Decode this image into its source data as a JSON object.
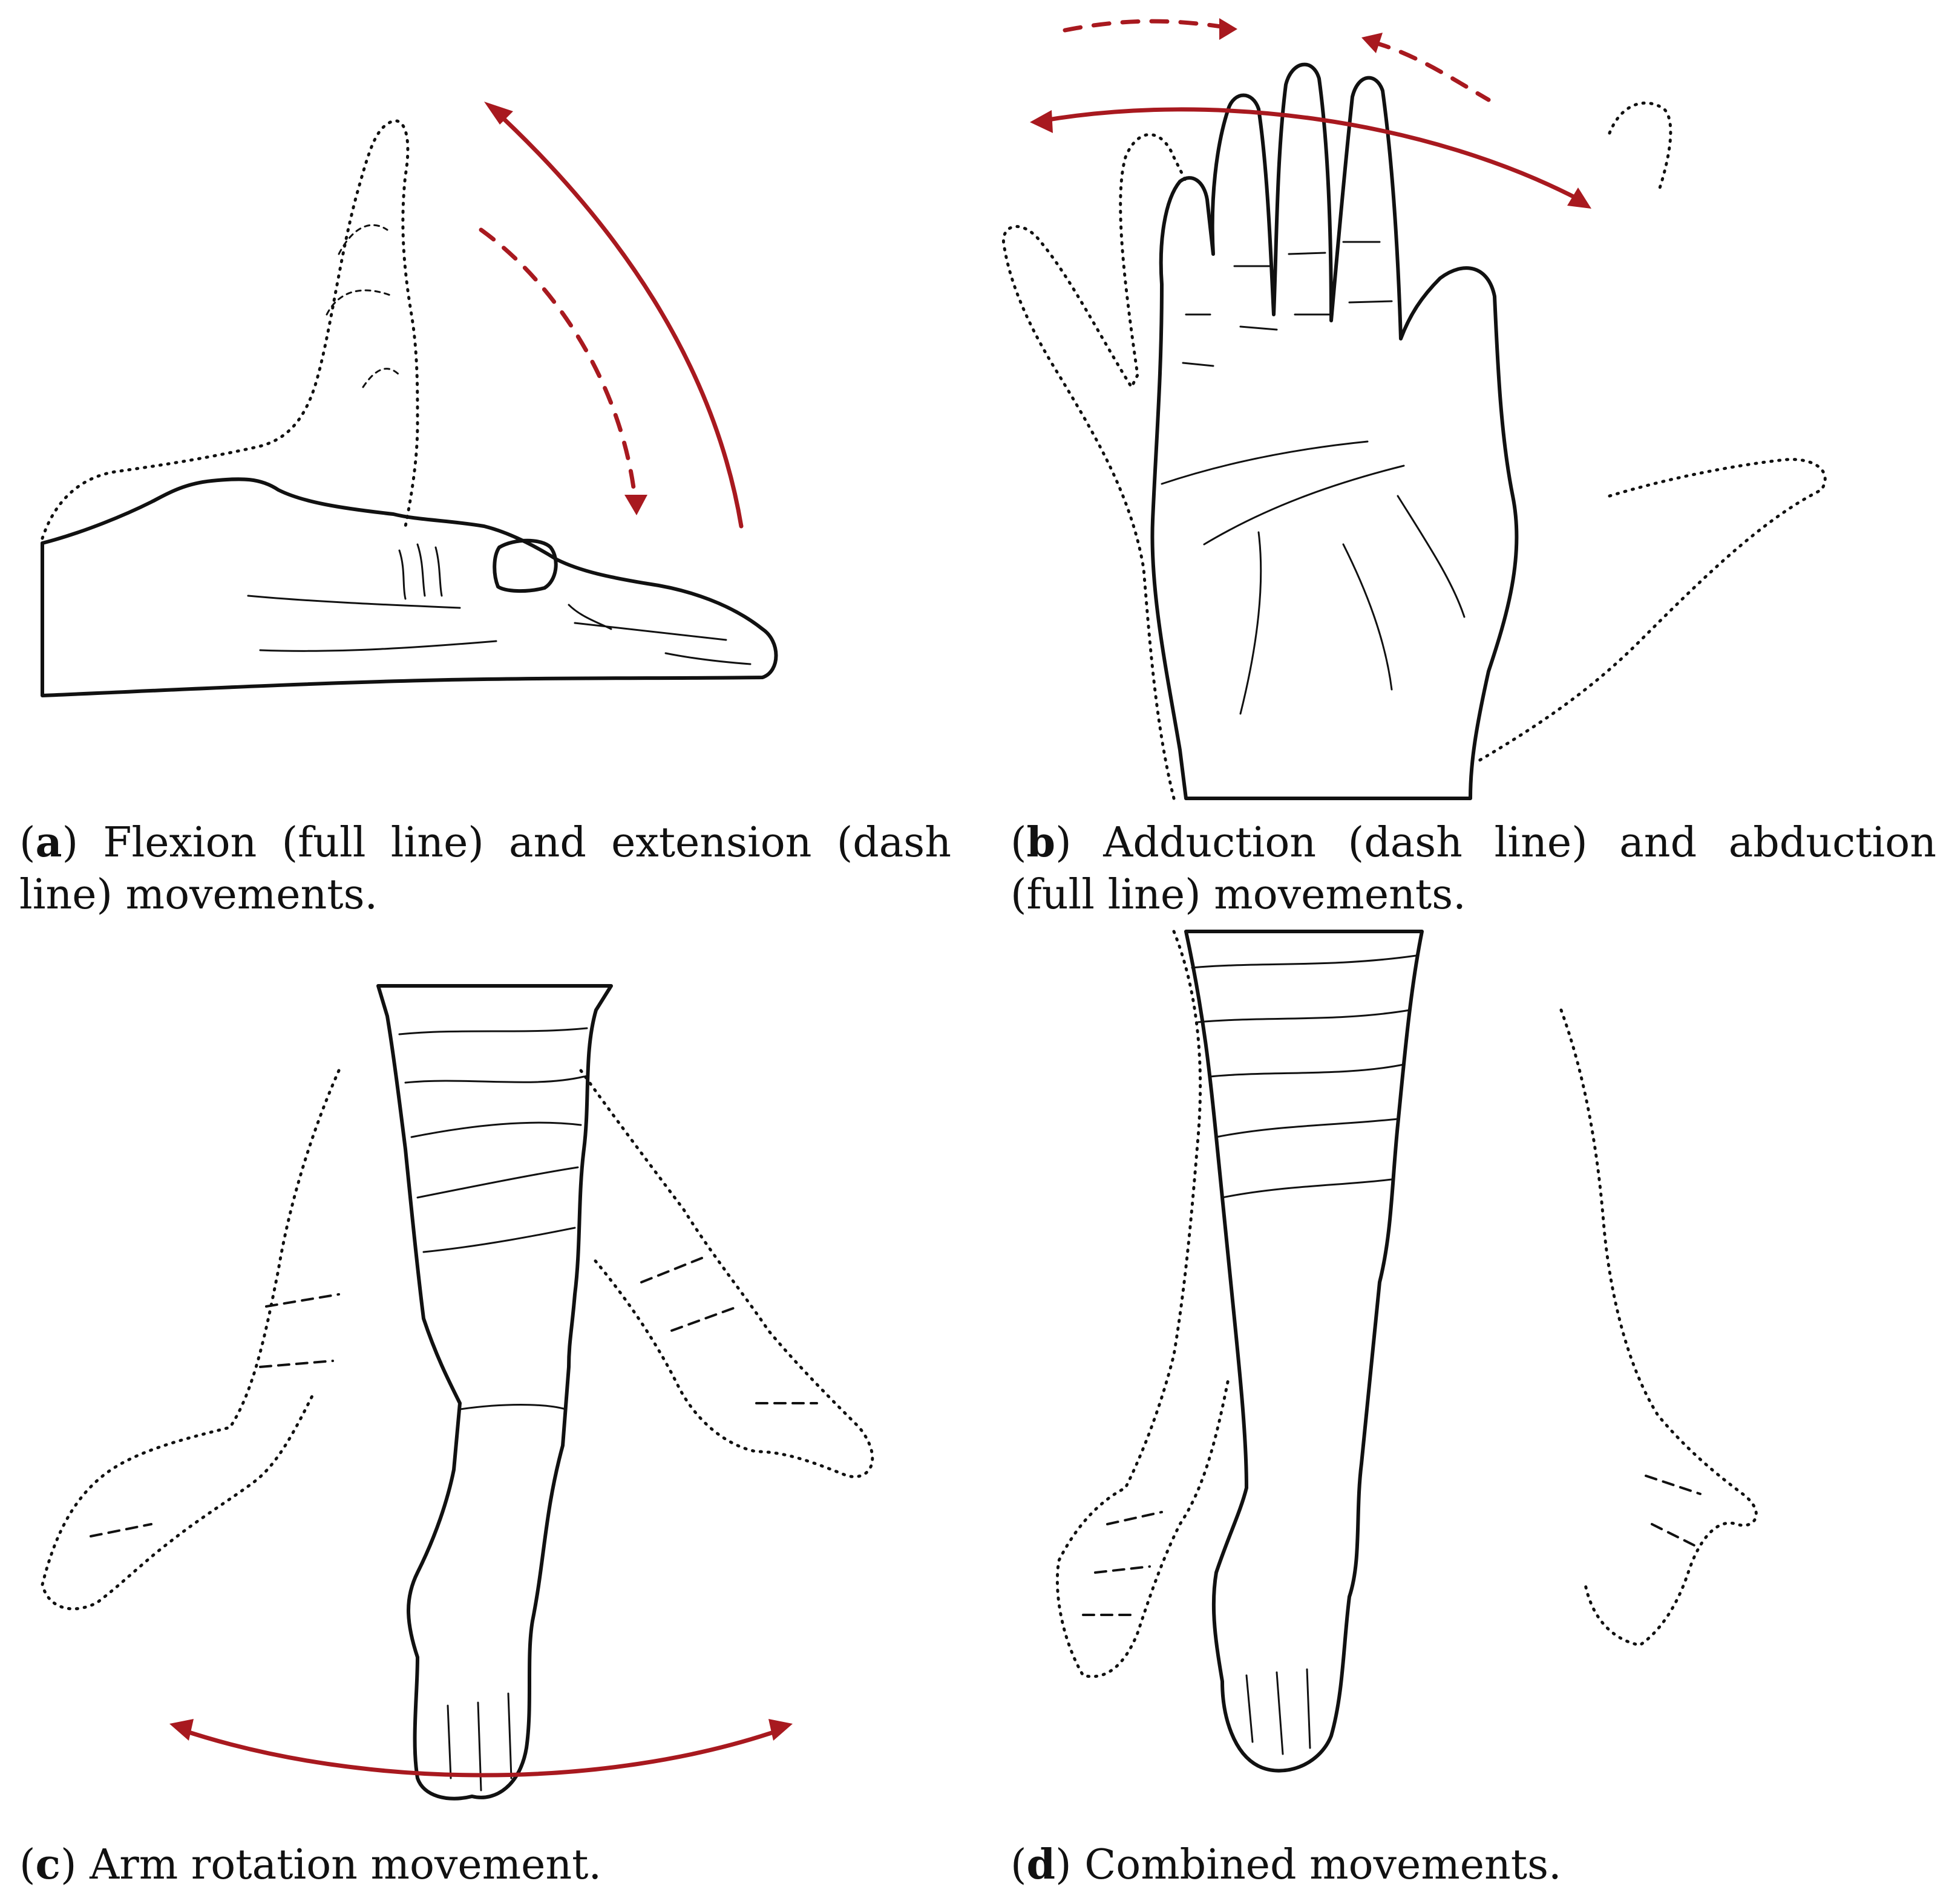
{
  "colors": {
    "accent": "#a8191f",
    "ink": "#111111",
    "background": "#ffffff"
  },
  "panels": [
    {
      "letter": "a",
      "caption_pre": "(",
      "caption_post": ") ",
      "caption_text": "Flexion (full line) and extension (dash line) movements."
    },
    {
      "letter": "b",
      "caption_pre": "(",
      "caption_post": ") ",
      "caption_text": "Adduction (dash line) and abduction (full line) movements."
    },
    {
      "letter": "c",
      "caption_pre": "(",
      "caption_post": ") ",
      "caption_text": "Arm rotation movement."
    },
    {
      "letter": "d",
      "caption_pre": "(",
      "caption_post": ") ",
      "caption_text": "Combined movements."
    }
  ]
}
